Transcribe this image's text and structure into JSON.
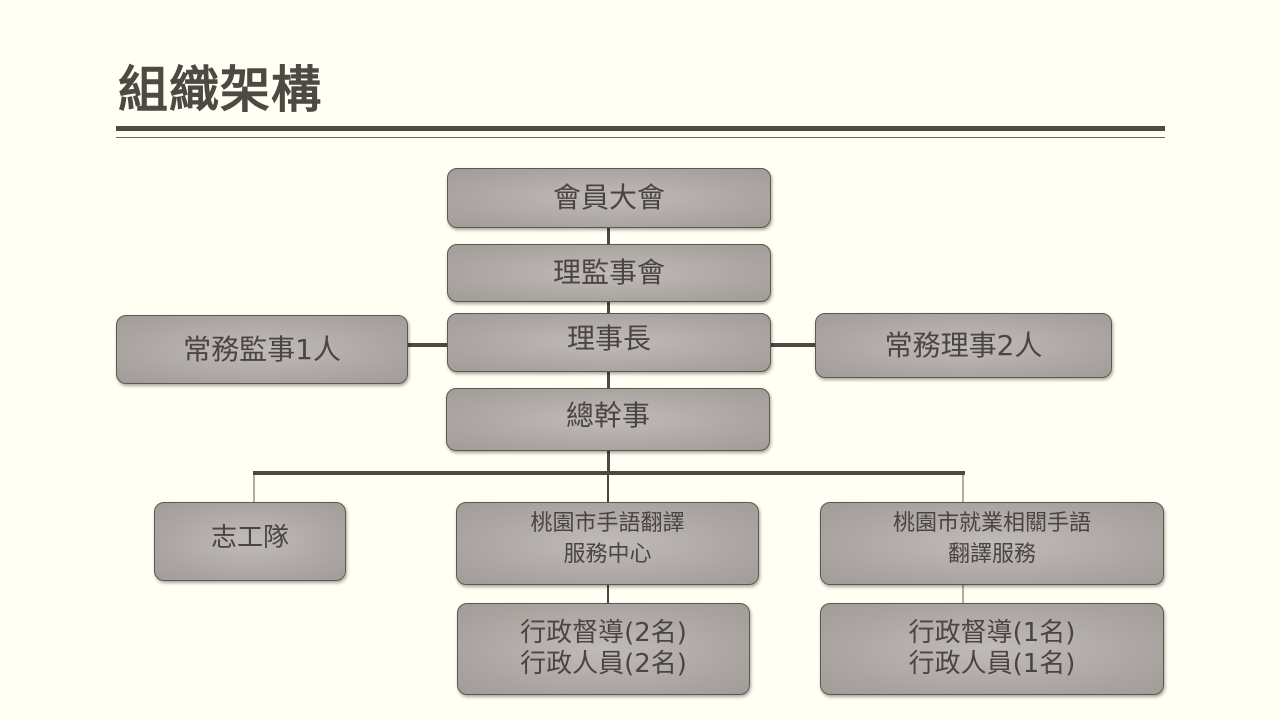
{
  "slide": {
    "title": "組織架構"
  },
  "org_chart": {
    "general_assembly": "會員大會",
    "board": "理監事會",
    "chairman": "理事長",
    "standing_supervisor": "常務監事1人",
    "standing_directors": "常務理事2人",
    "secretary_general": "總幹事",
    "volunteer_team": "志工隊",
    "translation_center": {
      "line1": "桃園市手語翻譯",
      "line2": "服務中心"
    },
    "employment_service": {
      "line1": "桃園市就業相關手語",
      "line2": "翻譯服務"
    },
    "translation_center_staff": {
      "line1": "行政督導(2名)",
      "line2": "行政人員(2名)"
    },
    "employment_service_staff": {
      "line1": "行政督導(1名)",
      "line2": "行政人員(1名)"
    }
  }
}
